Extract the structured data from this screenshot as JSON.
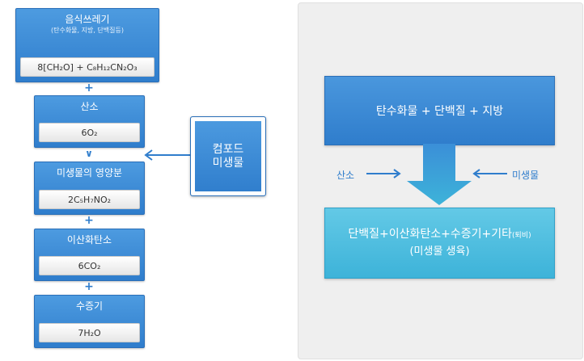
{
  "left_flow": {
    "food_waste": {
      "title": "음식쓰레기",
      "subtitle": "(탄수화물, 지방, 단백질등)",
      "formula": "8[CH₂O] + C₈H₁₂CN₂O₃"
    },
    "plus_1": "+",
    "oxygen": {
      "title": "산소",
      "formula": "6O₂"
    },
    "arrow_down": "∨",
    "microbe_nutrient": {
      "title": "미생물의 영양분",
      "formula": "2C₅H₇NO₂"
    },
    "plus_2": "+",
    "co2": {
      "title": "이산화탄소",
      "formula": "6CO₂"
    },
    "plus_3": "+",
    "vapor": {
      "title": "수증기",
      "formula": "7H₂O"
    }
  },
  "compost_microbe": {
    "line1": "컴포드",
    "line2": "미생물"
  },
  "right_panel": {
    "top_box": "탄수화물 + 단백질 + 지방",
    "left_input": "산소",
    "right_input": "미생물",
    "bottom_box": {
      "line1_main": "단백질+이산화탄소+수증기+기타",
      "line1_small": "(퇴비)",
      "line2": "(미생물 생육)"
    }
  },
  "colors": {
    "primary_blue": "#2f7dcc",
    "cyan": "#3db3d9",
    "panel_bg": "#efefef"
  }
}
